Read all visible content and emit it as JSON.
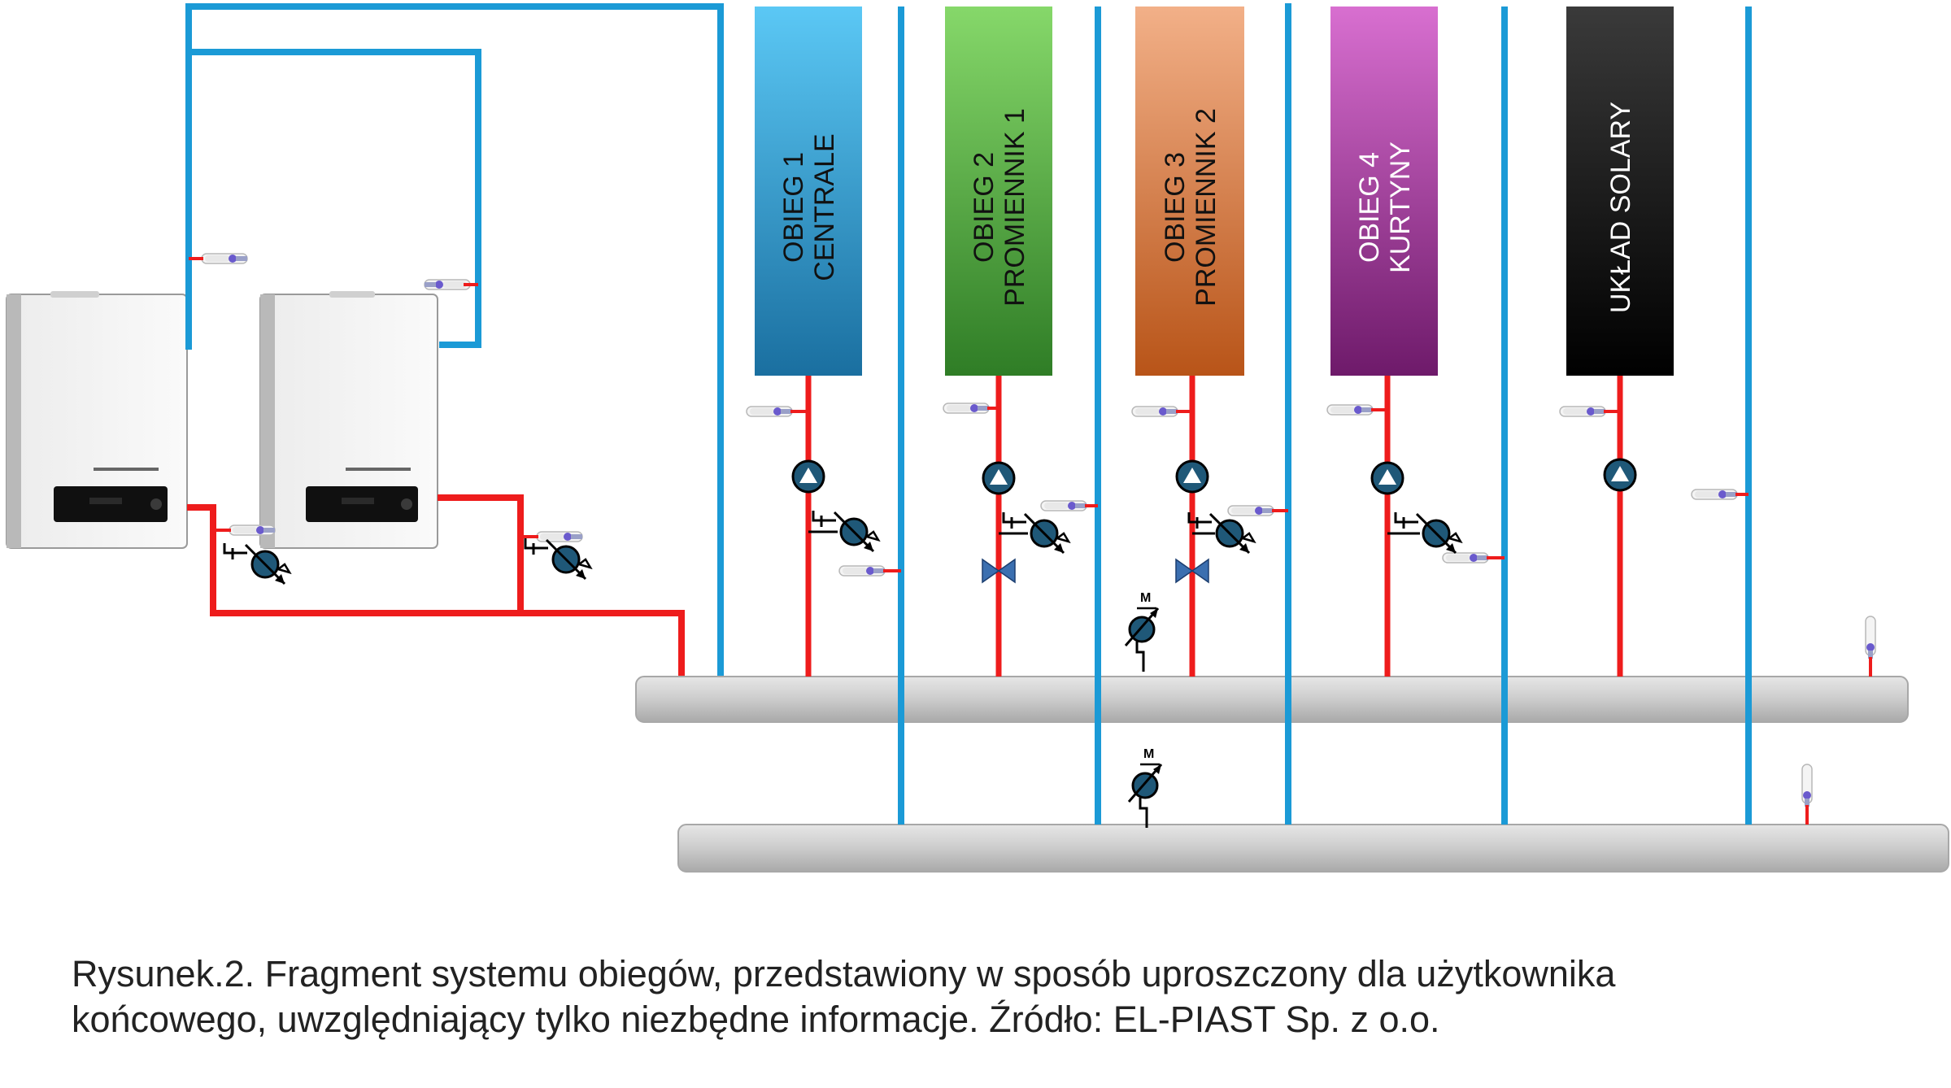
{
  "circuits": [
    {
      "line1": "OBIEG 1",
      "line2": "CENTRALE",
      "color_top": "#5bc8f5",
      "color_bottom": "#1a6fa0",
      "text_color": "#111111"
    },
    {
      "line1": "OBIEG 2",
      "line2": "PROMIENNIK 1",
      "color_top": "#86d86a",
      "color_bottom": "#2f7d26",
      "text_color": "#111111"
    },
    {
      "line1": "OBIEG 3",
      "line2": "PROMIENNIK 2",
      "color_top": "#f2b088",
      "color_bottom": "#b85418",
      "text_color": "#111111"
    },
    {
      "line1": "OBIEG 4",
      "line2": "KURTYNY",
      "color_top": "#d86fd0",
      "color_bottom": "#6e1a6a",
      "text_color": "#ffffff"
    },
    {
      "line1": "UKŁAD SOLARY",
      "line2": "",
      "color_top": "#3a3a3a",
      "color_bottom": "#000000",
      "text_color": "#ffffff"
    }
  ],
  "colors": {
    "supply_pipe": "#ee1c1c",
    "return_pipe": "#1b9ad6",
    "manifold": "#c8c8c8",
    "pump": "#1f5878",
    "valve": "#3b6fb0"
  },
  "icons": [
    "boiler",
    "pump-icon",
    "mixing-valve-icon",
    "temperature-sensor-icon",
    "actuator-valve-icon",
    "thermometer-icon"
  ],
  "caption": {
    "line1": "Rysunek.2. Fragment systemu obiegów, przedstawiony w sposób uproszczony dla użytkownika",
    "line2": "końcowego, uwzględniający tylko niezbędne informacje. Źródło: EL-PIAST Sp. z o.o."
  }
}
